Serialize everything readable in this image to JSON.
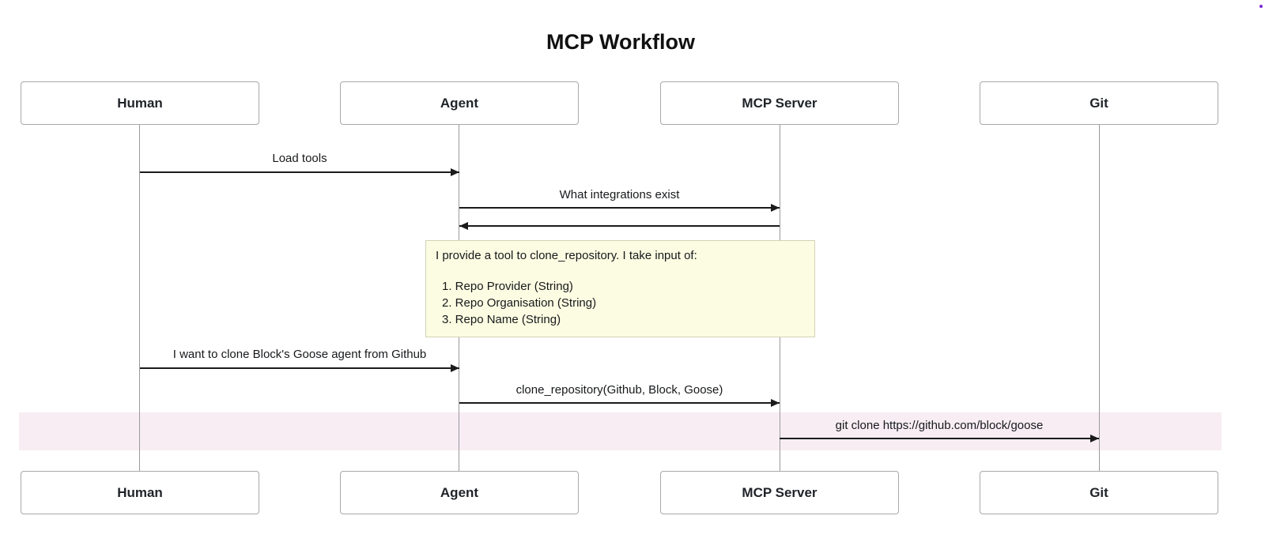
{
  "title": "MCP Workflow",
  "participants": [
    {
      "name": "Human"
    },
    {
      "name": "Agent"
    },
    {
      "name": "MCP Server"
    },
    {
      "name": "Git"
    }
  ],
  "messages": [
    {
      "from": "Human",
      "to": "Agent",
      "label": "Load tools"
    },
    {
      "from": "Agent",
      "to": "MCP Server",
      "label": "What integrations exist"
    },
    {
      "from": "MCP Server",
      "to": "Agent",
      "label": ""
    },
    {
      "from": "Human",
      "to": "Agent",
      "label": "I want to clone Block's Goose agent from Github"
    },
    {
      "from": "Agent",
      "to": "MCP Server",
      "label": "clone_repository(Github, Block, Goose)"
    },
    {
      "from": "MCP Server",
      "to": "Git",
      "label": "git clone https://github.com/block/goose"
    }
  ],
  "note": {
    "intro": "I provide a tool to clone_repository. I take input of:",
    "items": [
      "1. Repo Provider (String)",
      "2. Repo Organisation (String)",
      "3. Repo Name (String)"
    ]
  },
  "colors": {
    "note_fill": "#fcfce2",
    "highlight_band": "#f7edf3",
    "arrow": "#1b1b1b",
    "box_border": "#a9a9a9",
    "lifeline": "#9a9a9a"
  }
}
